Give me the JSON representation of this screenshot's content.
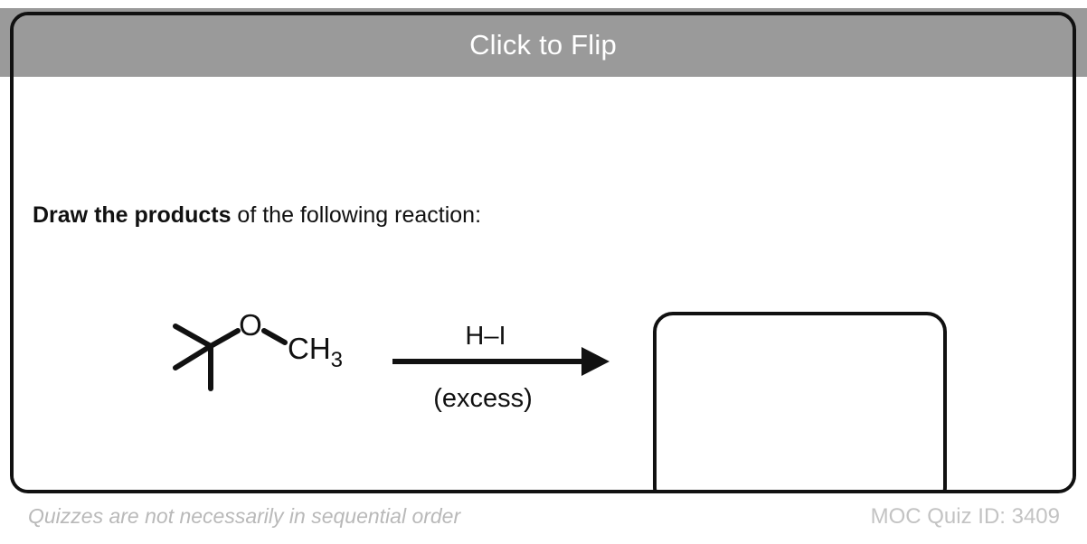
{
  "card": {
    "header_title": "Click to Flip",
    "header_bg": "#9a9a9a",
    "header_text_color": "#ffffff",
    "border_color": "#111111",
    "prompt": {
      "bold_part": "Draw the products",
      "rest_part": " of the following reaction:"
    }
  },
  "reaction": {
    "reagent_above": "H–I",
    "reagent_below": "(excess)",
    "arrow": "reaction-arrow-right",
    "starting_material": {
      "name": "tert-butyl methyl ether",
      "oxygen_label": "O",
      "methyl_label": "CH",
      "methyl_subscript": "3"
    },
    "answer_box": {
      "content": "",
      "placeholder": ""
    }
  },
  "footer": {
    "note": "Quizzes are not necessarily in sequential order",
    "quiz_id_label": "MOC Quiz ID: 3409",
    "text_color": "#bdbdbd"
  }
}
